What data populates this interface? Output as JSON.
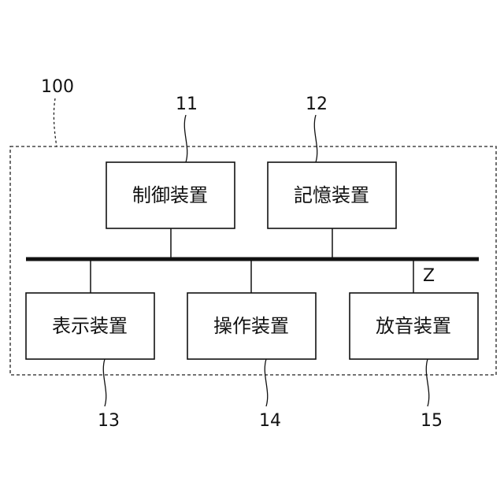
{
  "system": {
    "ref": "100"
  },
  "blocks": {
    "control": {
      "label": "制御装置",
      "ref": "11"
    },
    "storage": {
      "label": "記憶装置",
      "ref": "12"
    },
    "display": {
      "label": "表示装置",
      "ref": "13"
    },
    "operation": {
      "label": "操作装置",
      "ref": "14"
    },
    "sound": {
      "label": "放音装置",
      "ref": "15"
    }
  },
  "bus": {
    "label": "Z"
  }
}
